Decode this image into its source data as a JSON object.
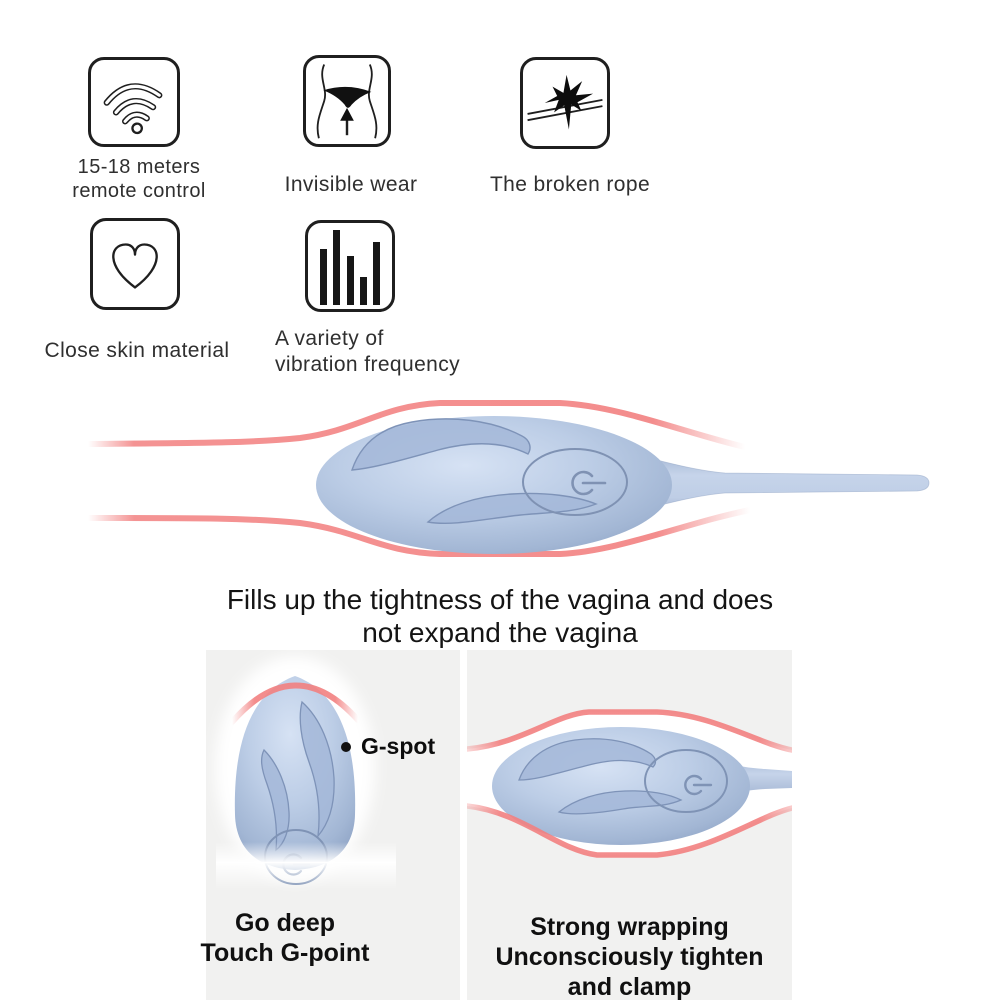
{
  "features": [
    {
      "icon": "wifi-signal-icon",
      "lines": [
        "15-18 meters",
        "remote control"
      ]
    },
    {
      "icon": "invisible-wear-icon",
      "lines": [
        "Invisible wear"
      ]
    },
    {
      "icon": "broken-rope-icon",
      "lines": [
        "The broken rope"
      ]
    },
    {
      "icon": "heart-icon",
      "lines": [
        "Close skin material"
      ]
    },
    {
      "icon": "vibration-bars-icon",
      "lines": [
        "A variety of",
        "vibration frequency"
      ]
    }
  ],
  "vibration_bars": {
    "heights": [
      "56",
      "75",
      "49",
      "28",
      "63"
    ]
  },
  "headline": {
    "line1": "Fills up the tightness of the vagina and does",
    "line2": "not expand the vagina"
  },
  "product": {
    "button_icon": "power-icon"
  },
  "left_panel": {
    "marker": "G-spot",
    "caption_line1": "Go deep",
    "caption_line2": "Touch G-point"
  },
  "right_panel": {
    "caption_line1": "Strong wrapping",
    "caption_line2": "Unconsciously tighten",
    "caption_line3": "and clamp"
  },
  "colors": {
    "accent_pink": "#f28080",
    "product_blue": "#aec1de",
    "product_blue_dark": "#8094b6",
    "product_blue_light": "#d6e2f4",
    "panel_gray": "#f1f1f0",
    "icon_ink": "#1f1f1f",
    "text_ink": "#141414"
  }
}
